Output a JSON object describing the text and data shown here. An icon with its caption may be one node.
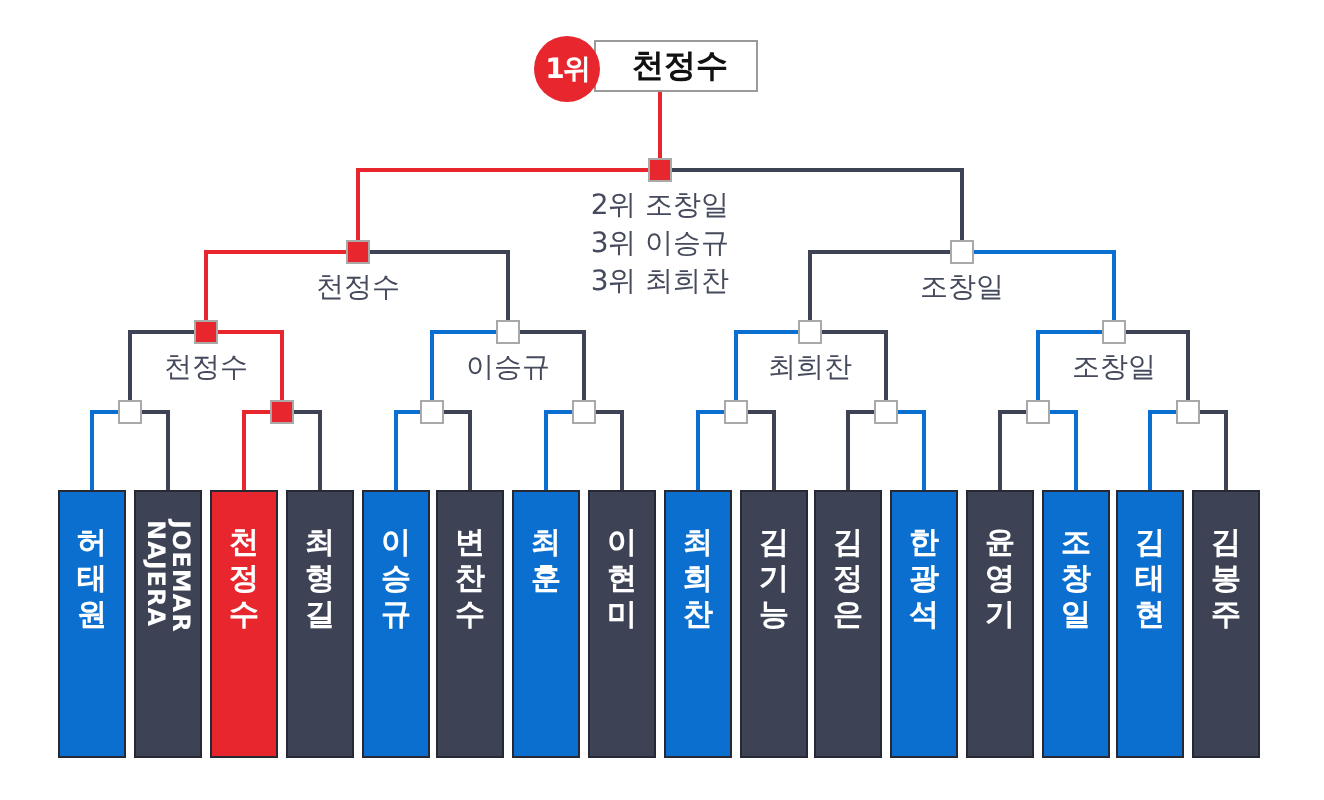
{
  "diagram": {
    "nodes": [
      {
        "text": [
          "1위"
        ]
      },
      {
        "text": [
          "천정수"
        ]
      },
      {
        "text": [],
        "shape": "box",
        "beside": [
          "2위 조창일",
          "3위 이승규",
          "3위 최희찬"
        ]
      },
      {
        "text": [],
        "shape": "box",
        "beside": [
          "천정수"
        ]
      },
      {
        "text": [],
        "shape": "box",
        "beside": [
          "조창일"
        ]
      },
      {
        "text": [],
        "shape": "box",
        "beside": [
          "천정수"
        ]
      },
      {
        "text": [],
        "shape": "box",
        "beside": [
          "이승규"
        ]
      },
      {
        "text": [],
        "shape": "box",
        "beside": [
          "최희찬"
        ]
      },
      {
        "text": [],
        "shape": "box",
        "beside": [
          "조창일"
        ]
      },
      {
        "text": [],
        "shape": "box"
      },
      {
        "text": [],
        "shape": "box"
      },
      {
        "text": [],
        "shape": "box"
      },
      {
        "text": [],
        "shape": "box"
      },
      {
        "text": [],
        "shape": "box"
      },
      {
        "text": [],
        "shape": "box"
      },
      {
        "text": [],
        "shape": "box"
      },
      {
        "text": [],
        "shape": "box"
      },
      {
        "text": [
          "허태원"
        ]
      },
      {
        "text": [
          "JOEMAR NAJERA"
        ]
      },
      {
        "text": [
          "천정수"
        ]
      },
      {
        "text": [
          "최형길"
        ]
      },
      {
        "text": [
          "이승규"
        ]
      },
      {
        "text": [
          "변찬수"
        ]
      },
      {
        "text": [
          "최훈"
        ]
      },
      {
        "text": [
          "이현미"
        ]
      },
      {
        "text": [
          "최희찬"
        ]
      },
      {
        "text": [
          "김기능"
        ]
      },
      {
        "text": [
          "김정은"
        ]
      },
      {
        "text": [
          "한광석"
        ]
      },
      {
        "text": [
          "윤영기"
        ]
      },
      {
        "text": [
          "조창일"
        ]
      },
      {
        "text": [
          "김태현"
        ]
      },
      {
        "text": [
          "김봉주"
        ]
      }
    ],
    "edges": [
      {
        "from": 2,
        "to": 1,
        "arrow": "none",
        "color": "#e8262e"
      },
      {
        "from": 3,
        "to": 2,
        "arrow": "none",
        "color": "#e8262e"
      },
      {
        "from": 4,
        "to": 2,
        "arrow": "none"
      },
      {
        "from": 5,
        "to": 3,
        "arrow": "none",
        "color": "#e8262e"
      },
      {
        "from": 6,
        "to": 3,
        "arrow": "none"
      },
      {
        "from": 7,
        "to": 4,
        "arrow": "none"
      },
      {
        "from": 8,
        "to": 4,
        "arrow": "none",
        "color": "#0a6fcf"
      },
      {
        "from": 9,
        "to": 5,
        "arrow": "none"
      },
      {
        "from": 10,
        "to": 5,
        "arrow": "none",
        "color": "#e8262e"
      },
      {
        "from": 11,
        "to": 6,
        "arrow": "none",
        "color": "#0a6fcf"
      },
      {
        "from": 12,
        "to": 6,
        "arrow": "none"
      },
      {
        "from": 13,
        "to": 7,
        "arrow": "none",
        "color": "#0a6fcf"
      },
      {
        "from": 14,
        "to": 7,
        "arrow": "none"
      },
      {
        "from": 15,
        "to": 8,
        "arrow": "none",
        "color": "#0a6fcf"
      },
      {
        "from": 16,
        "to": 8,
        "arrow": "none"
      },
      {
        "from": 17,
        "to": 9,
        "arrow": "none",
        "color": "#0a6fcf"
      },
      {
        "from": 18,
        "to": 9,
        "arrow": "none"
      },
      {
        "from": 19,
        "to": 10,
        "arrow": "none",
        "color": "#e8262e"
      },
      {
        "from": 20,
        "to": 10,
        "arrow": "none"
      },
      {
        "from": 21,
        "to": 11,
        "arrow": "none",
        "color": "#0a6fcf"
      },
      {
        "from": 22,
        "to": 11,
        "arrow": "none"
      },
      {
        "from": 23,
        "to": 12,
        "arrow": "none",
        "color": "#0a6fcf"
      },
      {
        "from": 24,
        "to": 12,
        "arrow": "none"
      },
      {
        "from": 25,
        "to": 13,
        "arrow": "none",
        "color": "#0a6fcf"
      },
      {
        "from": 26,
        "to": 13,
        "arrow": "none"
      },
      {
        "from": 27,
        "to": 14,
        "arrow": "none"
      },
      {
        "from": 28,
        "to": 14,
        "arrow": "none",
        "color": "#0a6fcf"
      },
      {
        "from": 29,
        "to": 15,
        "arrow": "none"
      },
      {
        "from": 30,
        "to": 15,
        "arrow": "none",
        "color": "#0a6fcf"
      },
      {
        "from": 31,
        "to": 16,
        "arrow": "none",
        "color": "#0a6fcf"
      },
      {
        "from": 32,
        "to": 16,
        "arrow": "none"
      }
    ]
  }
}
